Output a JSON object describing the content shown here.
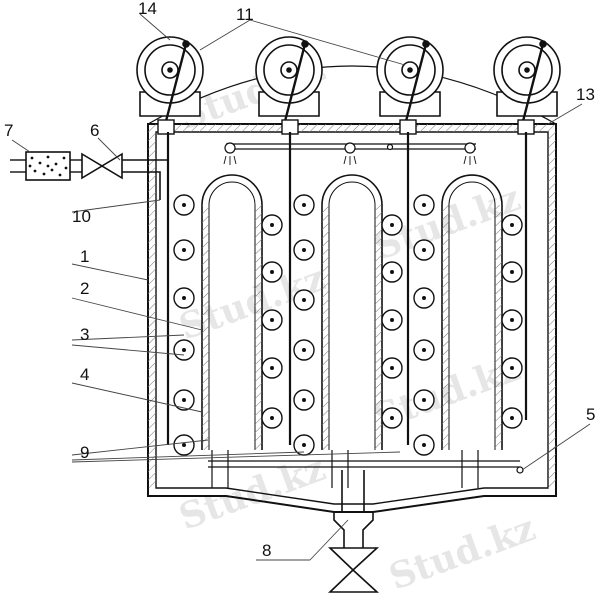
{
  "labels": {
    "l1": "1",
    "l2": "2",
    "l3": "3",
    "l4": "4",
    "l5": "5",
    "l6": "6",
    "l7": "7",
    "l8": "8",
    "l9": "9",
    "l10": "10",
    "l11": "11",
    "l13": "13",
    "l14": "14"
  },
  "watermark": "Stud.kz",
  "colors": {
    "line": "#111111",
    "hatch": "#888888",
    "watermark": "#e6e6e6"
  }
}
